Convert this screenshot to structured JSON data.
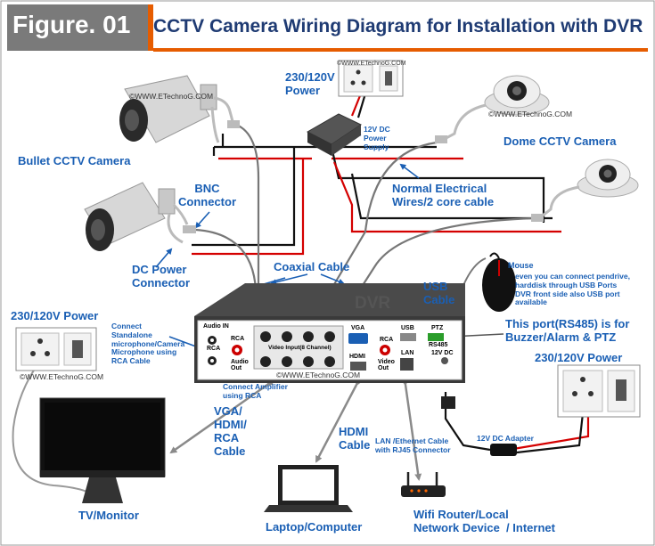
{
  "header": {
    "figure_label": "Figure. 01",
    "title": "CCTV Camera Wiring Diagram for Installation with DVR"
  },
  "watermark": "©WWW.ETechnoG.COM",
  "labels": {
    "power_top": "230/120V\nPower",
    "power_supply": "12V DC\nPower\nSupply",
    "bullet_camera": "Bullet CCTV Camera",
    "dome_camera": "Dome CCTV Camera",
    "bnc_connector": "BNC\nConnector",
    "electrical_wires": "Normal Electrical\nWires/2 core cable",
    "dc_power_connector": "DC Power\nConnector",
    "coaxial_cable": "Coaxial Cable",
    "usb_cable": "USB\nCable",
    "mouse": "Mouse",
    "mouse_note": "even you can connect pendrive,\nharddisk through USB Ports\nDVR front side also USB port\navailable",
    "rs485_note": "This port(RS485) is for\nBuzzer/Alarm & PTZ",
    "power_left": "230/120V Power",
    "power_right": "230/120V Power",
    "mic_note": "Connect\nStandalone\nmicrophone/Camera\nMicrophone using\nRCA Cable",
    "amp_note": "Connect Amplifier\nusing RCA",
    "vga_hdmi": "VGA/\nHDMI/\nRCA\nCable",
    "hdmi_cable": "HDMI\nCable",
    "lan_cable": "LAN /Ethernet Cable\nwith RJ45 Connector",
    "dc_adapter": "12V DC Adapter",
    "tv_monitor": "TV/Monitor",
    "laptop": "Laptop/Computer",
    "router": "Wifi Router/Local\nNetwork Device  / Internet"
  },
  "dvr": {
    "name": "DVR",
    "audio_in": "Audio IN",
    "rca": "RCA",
    "audio_out": "Audio\nOut",
    "video_input": "Video Input(8 Channel)",
    "vga": "VGA",
    "hdmi": "HDMI",
    "video_out": "Video\nOut",
    "lan": "LAN",
    "usb": "USB",
    "ptz": "PTZ",
    "rs485": "RS485",
    "dc": "12V DC"
  },
  "colors": {
    "accent": "#e65c00",
    "label_blue": "#1a5fb4",
    "title_navy": "#1f3b73",
    "badge_gray": "#7a7a7a",
    "wire_red": "#d40000",
    "wire_black": "#111111",
    "coax_gray": "#777777",
    "arrow_gray": "#8a8a8a"
  }
}
